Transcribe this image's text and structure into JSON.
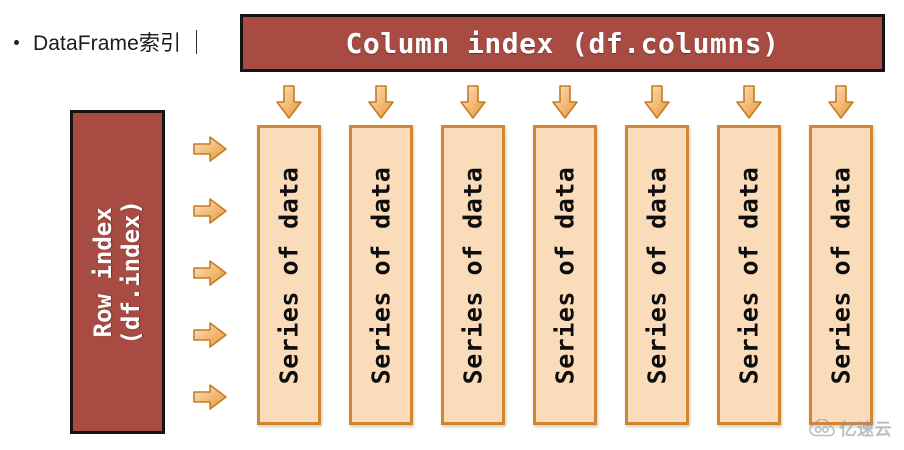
{
  "slide": {
    "bullet_text": "DataFrame索引",
    "bullet_icon": "bullet-dot-icon"
  },
  "column_index": {
    "label": "Column index (df.columns)",
    "fill_color": "#A84B42",
    "border_color": "#141414",
    "text_color": "#FFFFFF"
  },
  "row_index": {
    "line1": "Row index",
    "line2": "(df.index)",
    "fill_color": "#A84B42",
    "border_color": "#141414",
    "text_color": "#FFFFFF"
  },
  "series_columns": {
    "fill_color": "#FBDCBA",
    "border_color": "#D2862E",
    "text_color": "#0D0D0D",
    "items": [
      {
        "label": "Series of data"
      },
      {
        "label": "Series of data"
      },
      {
        "label": "Series of data"
      },
      {
        "label": "Series of data"
      },
      {
        "label": "Series of data"
      },
      {
        "label": "Series of data"
      },
      {
        "label": "Series of data"
      }
    ]
  },
  "arrows": {
    "color": "#F2B873",
    "border_color": "#C57C22",
    "down_icon": "arrow-down-icon",
    "right_icon": "arrow-right-icon",
    "down_count": 7,
    "right_count": 5
  },
  "watermark": {
    "text": "亿速云",
    "icon": "cloud-icon",
    "color": "#8F96A3"
  }
}
